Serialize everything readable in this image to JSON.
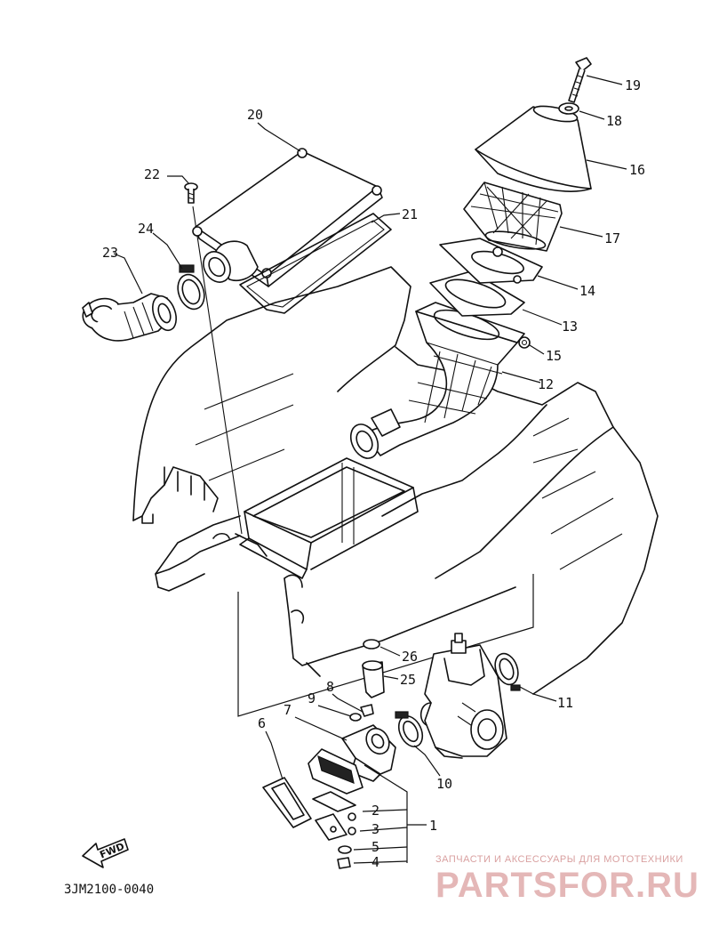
{
  "diagram": {
    "code": "3JM2100-0040",
    "fwd_label": "FWD",
    "callouts": [
      "1",
      "2",
      "3",
      "4",
      "5",
      "6",
      "7",
      "8",
      "9",
      "10",
      "11",
      "12",
      "13",
      "14",
      "15",
      "16",
      "17",
      "18",
      "19",
      "20",
      "21",
      "22",
      "23",
      "24",
      "25",
      "26"
    ]
  },
  "watermark": {
    "subtitle": "ЗАПЧАСТИ И АКСЕССУАРЫ ДЛЯ МОТОТЕХНИКИ",
    "brand": "PARTSFOR.RU"
  }
}
